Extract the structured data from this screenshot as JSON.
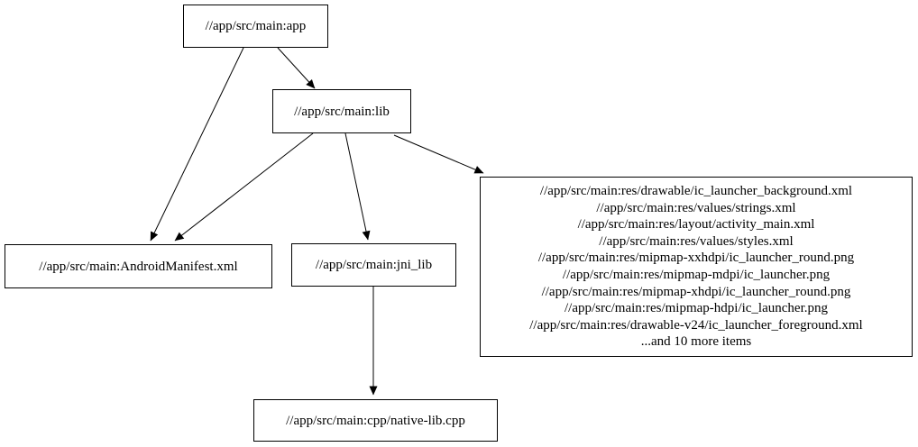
{
  "diagram": {
    "type": "directed-graph",
    "background_color": "#ffffff",
    "node_border_color": "#000000",
    "edge_color": "#000000",
    "text_color": "#000000",
    "nodes": {
      "app": {
        "label": "//app/src/main:app"
      },
      "lib": {
        "label": "//app/src/main:lib"
      },
      "manifest": {
        "label": "//app/src/main:AndroidManifest.xml"
      },
      "jni_lib": {
        "label": "//app/src/main:jni_lib"
      },
      "res_files": {
        "lines": [
          "//app/src/main:res/drawable/ic_launcher_background.xml",
          "//app/src/main:res/values/strings.xml",
          "//app/src/main:res/layout/activity_main.xml",
          "//app/src/main:res/values/styles.xml",
          "//app/src/main:res/mipmap-xxhdpi/ic_launcher_round.png",
          "//app/src/main:res/mipmap-mdpi/ic_launcher.png",
          "//app/src/main:res/mipmap-xhdpi/ic_launcher_round.png",
          "//app/src/main:res/mipmap-hdpi/ic_launcher.png",
          "//app/src/main:res/drawable-v24/ic_launcher_foreground.xml",
          "...and 10 more items"
        ]
      },
      "native_lib": {
        "label": "//app/src/main:cpp/native-lib.cpp"
      }
    },
    "edges": [
      {
        "from": "app",
        "to": "lib"
      },
      {
        "from": "app",
        "to": "manifest"
      },
      {
        "from": "lib",
        "to": "manifest"
      },
      {
        "from": "lib",
        "to": "jni_lib"
      },
      {
        "from": "lib",
        "to": "res_files"
      },
      {
        "from": "jni_lib",
        "to": "native_lib"
      }
    ]
  }
}
